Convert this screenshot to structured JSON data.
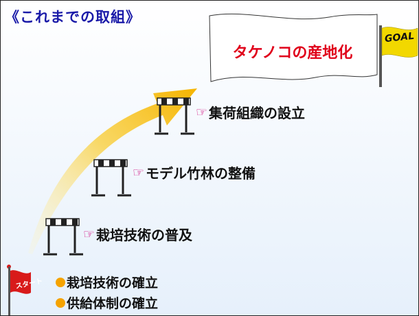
{
  "title": "《これまでの取組》",
  "banner": {
    "text": "タケノコの産地化"
  },
  "goal_flag": {
    "text": "GOAL",
    "icon": "goal-flag-icon"
  },
  "start_flag": {
    "text": "スタート",
    "icon": "start-flag-icon"
  },
  "steps": [
    {
      "hand": "☞",
      "label": "集荷組織の設立"
    },
    {
      "hand": "☞",
      "label": "モデル竹林の整備"
    },
    {
      "hand": "☞",
      "label": "栽培技術の普及"
    }
  ],
  "bullets": [
    {
      "label": "栽培技術の確立"
    },
    {
      "label": "供給体制の確立"
    }
  ],
  "colors": {
    "title": "#1a1aa8",
    "banner_text": "#e0001a",
    "arrow": "#f6b400",
    "hand": "#d0007a",
    "bullet": "#f5a300",
    "start_flag": "#d81a1a",
    "goal_flag": "#f2d800"
  }
}
